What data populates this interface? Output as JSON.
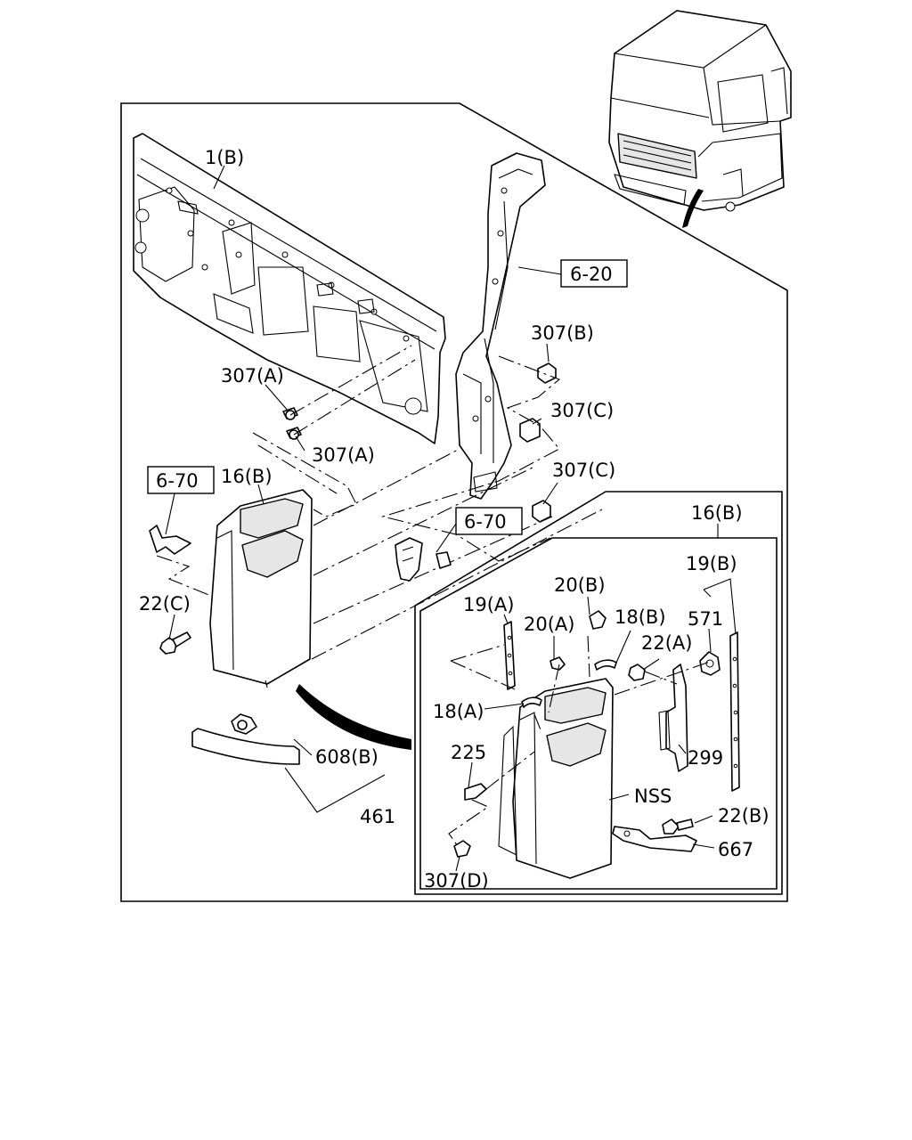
{
  "labels": {
    "l1b": "1(B)",
    "l620": "6-20",
    "l307b": "307(B)",
    "l307a_1": "307(A)",
    "l307c_1": "307(C)",
    "l307a_2": "307(A)",
    "l307c_2": "307(C)",
    "l670_1": "6-70",
    "l16b_1": "16(B)",
    "l670_2": "6-70",
    "l16b_2": "16(B)",
    "l19b": "19(B)",
    "l20b": "20(B)",
    "l19a": "19(A)",
    "l20a": "20(A)",
    "l18b": "18(B)",
    "l571": "571",
    "l22c": "22(C)",
    "l22a": "22(A)",
    "l18a": "18(A)",
    "l225": "225",
    "l608b": "608(B)",
    "l299": "299",
    "lnss": "NSS",
    "l22b": "22(B)",
    "l461": "461",
    "l667": "667",
    "l307d": "307(D)"
  }
}
